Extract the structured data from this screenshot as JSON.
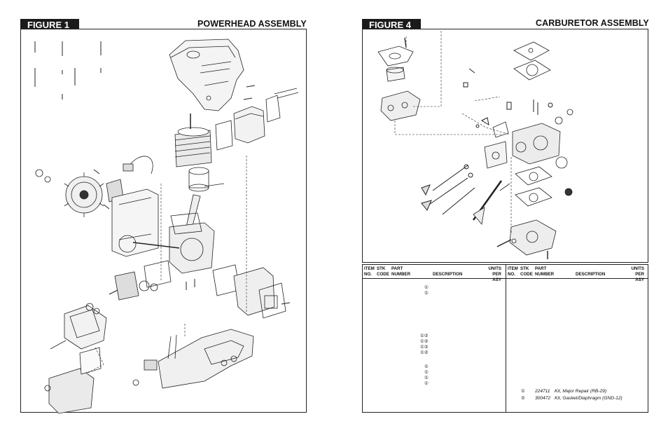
{
  "figure1": {
    "label": "FIGURE 1",
    "title": "POWERHEAD ASSEMBLY"
  },
  "figure4": {
    "label": "FIGURE 4",
    "title": "CARBURETOR ASSEMBLY"
  },
  "parts_table": {
    "left_headers": {
      "item": "ITEM",
      "no": "NO.",
      "stk": "STK",
      "code": "CODE",
      "part": "PART",
      "number": "NUMBER",
      "description": "DESCRIPTION",
      "units": "UNITS",
      "per_asy": "PER ASY"
    },
    "right_headers": {
      "item": "ITEM",
      "no": "NO.",
      "stk": "STK",
      "code": "CODE",
      "part": "PART",
      "number": "NUMBER",
      "description": "DESCRIPTION",
      "units": "UNITS",
      "per_asy": "PER ASY"
    },
    "symbols": [
      "①",
      "①",
      "①②",
      "①②",
      "①②",
      "①②",
      "①",
      "①",
      "①",
      "①"
    ],
    "kits": [
      {
        "symbol": "①",
        "number": "224711",
        "description": "Kit, Major Repair (RB-29)"
      },
      {
        "symbol": "②",
        "number": "300472",
        "description": "Kit, Gasket/Diaphragm (GND-12)"
      }
    ]
  }
}
